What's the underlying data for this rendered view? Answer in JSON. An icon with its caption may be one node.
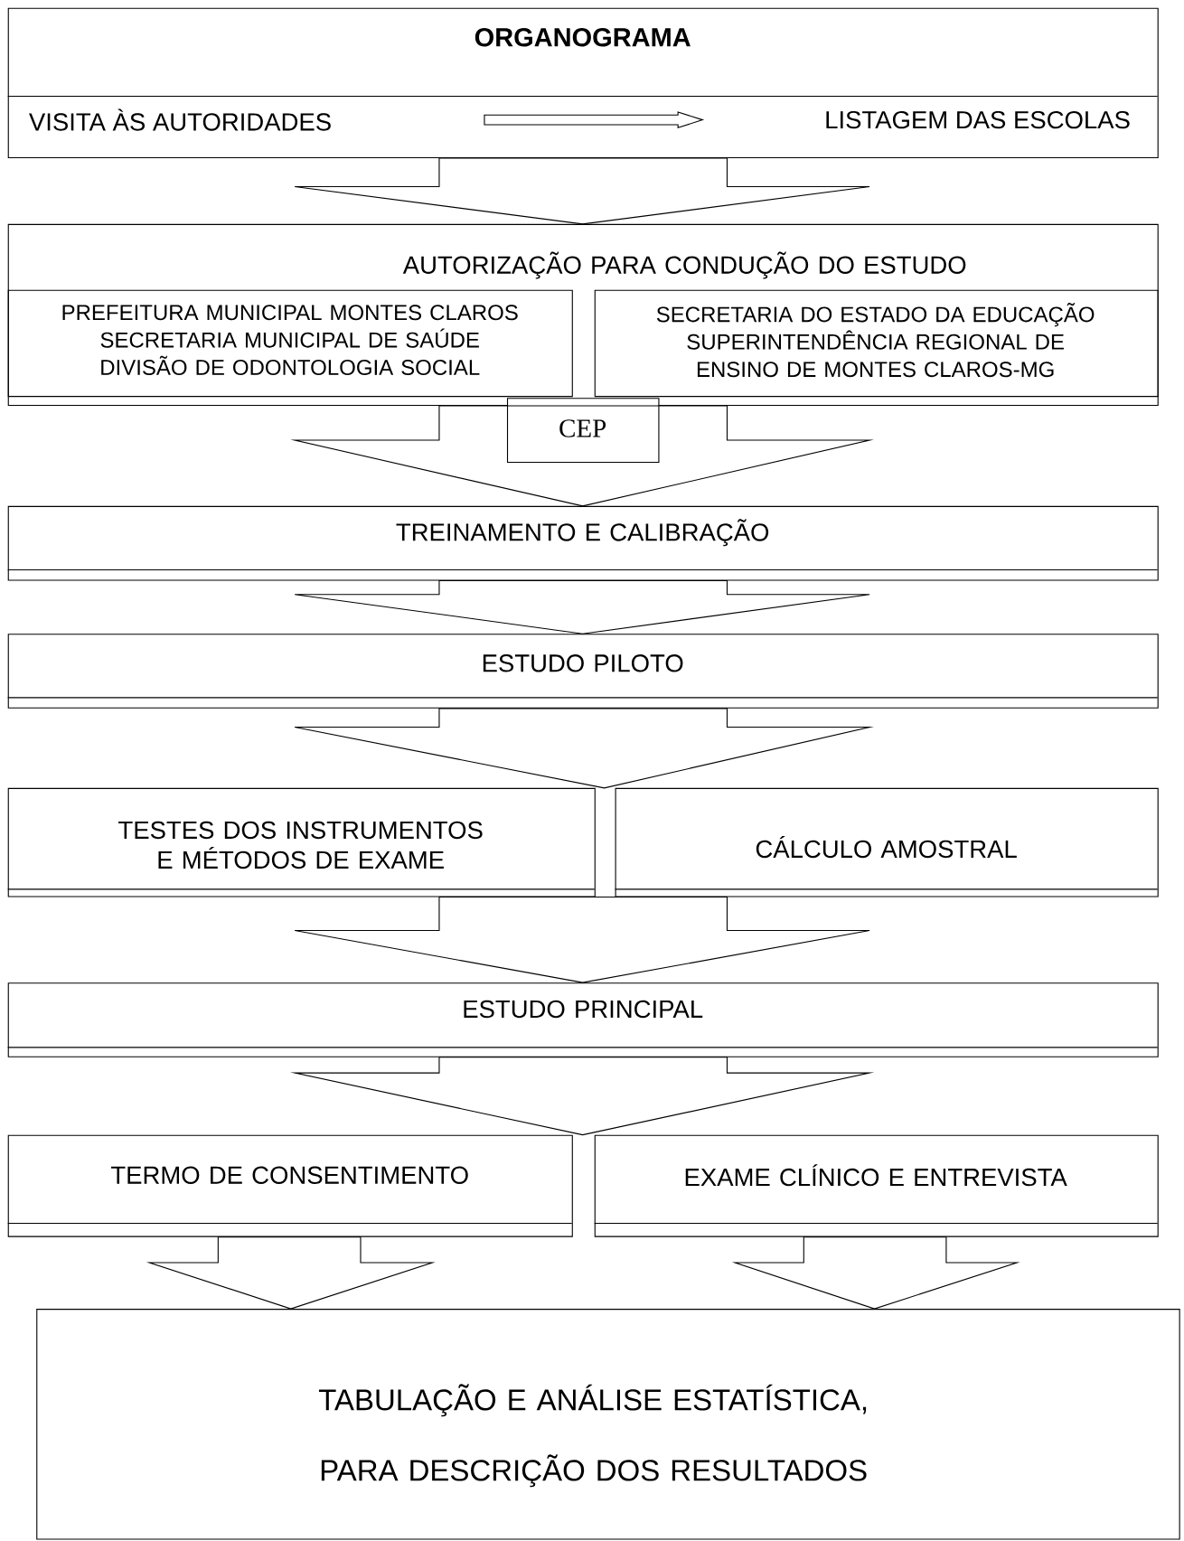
{
  "diagram": {
    "nodes": [
      {
        "text": [
          "ORGANOGRAMA"
        ]
      },
      {
        "text": [
          "VISITA ÀS AUTORIDADES"
        ],
        "in": 0
      },
      {
        "text": [
          "LISTAGEM DAS ESCOLAS"
        ],
        "in": 0
      },
      {
        "text": [
          "AUTORIZAÇÃO PARA CONDUÇÃO DO ESTUDO"
        ]
      },
      {
        "text": [
          "PREFEITURA MUNICIPAL MONTES CLAROS",
          "SECRETARIA MUNICIPAL DE SAÚDE",
          "DIVISÃO DE ODONTOLOGIA SOCIAL"
        ],
        "in": 3
      },
      {
        "text": [
          "SECRETARIA DO ESTADO DA EDUCAÇÃO",
          "SUPERINTENDÊNCIA REGIONAL DE ENSINO DE MONTES CLAROS-MG"
        ],
        "in": 3
      },
      {
        "text": [
          "CEP"
        ]
      },
      {
        "text": [
          "TREINAMENTO E CALIBRAÇÃO"
        ]
      },
      {
        "text": [
          "ESTUDO PILOTO"
        ]
      },
      {
        "text": [
          "TESTES DOS INSTRUMENTOS E MÉTODOS DE EXAME"
        ]
      },
      {
        "text": [
          "CÁLCULO AMOSTRAL"
        ]
      },
      {
        "text": [
          "ESTUDO PRINCIPAL"
        ]
      },
      {
        "text": [
          "TERMO DE CONSENTIMENTO"
        ]
      },
      {
        "text": [
          "EXAME CLÍNICO E ENTREVISTA"
        ]
      },
      {
        "text": [
          "TABULAÇÃO E ANÁLISE ESTATÍSTICA,",
          "PARA DESCRIÇÃO DOS RESULTADOS"
        ]
      }
    ],
    "edges": [
      {
        "from": 1,
        "to": 2,
        "arrow": "to"
      },
      {
        "from": 0,
        "to": 3,
        "arrow": "to"
      },
      {
        "from": 3,
        "to": 7,
        "arrow": "to"
      },
      {
        "from": 7,
        "to": 8,
        "arrow": "to"
      },
      {
        "from": 8,
        "to": 9,
        "arrow": "to"
      },
      {
        "from": 8,
        "to": 10,
        "arrow": "to"
      },
      {
        "from": 9,
        "to": 11,
        "arrow": "to"
      },
      {
        "from": 10,
        "to": 11,
        "arrow": "to"
      },
      {
        "from": 11,
        "to": 12,
        "arrow": "to"
      },
      {
        "from": 11,
        "to": 13,
        "arrow": "to"
      },
      {
        "from": 12,
        "to": 14,
        "arrow": "to"
      },
      {
        "from": 13,
        "to": 14,
        "arrow": "to"
      }
    ]
  }
}
